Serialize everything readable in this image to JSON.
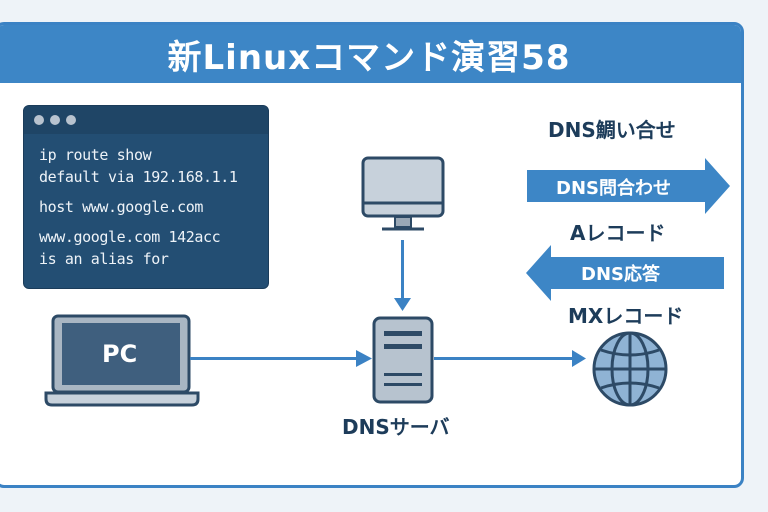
{
  "title": "新Linuxコマンド演習58",
  "terminal": {
    "lines": [
      "ip route show",
      "default via 192.168.1.1",
      "host www.google.com",
      "www.google.com 142acc",
      "is an alias for"
    ]
  },
  "nodes": {
    "pc": "PC",
    "dns_server": "DNSサーバ"
  },
  "right_panel": {
    "heading": "DNS鯛い合せ",
    "query_arrow": "DNS問合わせ",
    "a_record": "Aレコード",
    "response_arrow": "DNS応答",
    "mx_record": "MXレコード"
  },
  "colors": {
    "accent": "#3d86c6",
    "terminal_bg": "#234e73",
    "dark_text": "#1d3c5a",
    "device_fill": "#c4ced8",
    "globe_fill": "#8fb3d4"
  }
}
